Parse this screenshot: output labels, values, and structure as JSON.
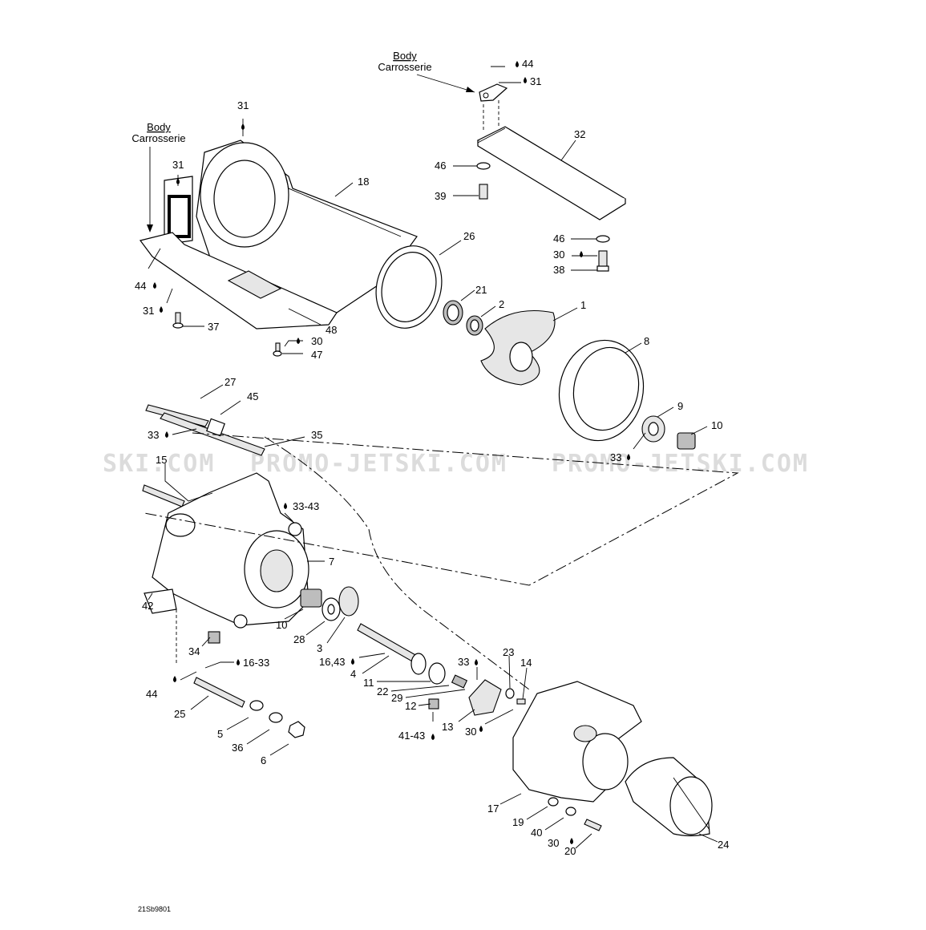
{
  "body_labels": [
    {
      "line1": "Body",
      "line2": "Carrosserie"
    },
    {
      "line1": "Body",
      "line2": "Carrosserie"
    }
  ],
  "watermark": [
    "SKI.COM",
    "PROMO-JETSKI.COM",
    "PROMO-JETSKI.COM"
  ],
  "diagram_code": "21Sb9801",
  "callouts": {
    "c44a": "44",
    "c31a": "31",
    "c32": "32",
    "c46a": "46",
    "c39": "39",
    "c46b": "46",
    "c30a": "30",
    "c38": "38",
    "c31b": "31",
    "c31c": "31",
    "c18": "18",
    "c26": "26",
    "c21": "21",
    "c2": "2",
    "c1": "1",
    "c44b": "44",
    "c31d": "31",
    "c37": "37",
    "c48": "48",
    "c30b": "30",
    "c47": "47",
    "c8": "8",
    "c27": "27",
    "c45": "45",
    "c33a": "33",
    "c35": "35",
    "c9": "9",
    "c10a": "10",
    "c33b": "33",
    "c15": "15",
    "c3343": "33-43",
    "c7": "7",
    "c42": "42",
    "c10b": "10",
    "c28": "28",
    "c3": "3",
    "c34": "34",
    "c1633": "16-33",
    "c1643": "16,43",
    "c4": "4",
    "c33c": "33",
    "c23": "23",
    "c14": "14",
    "c11": "11",
    "c22": "22",
    "c29": "29",
    "c12": "12",
    "c4143": "41-43",
    "c13": "13",
    "c30c": "30",
    "c44c": "44",
    "c25": "25",
    "c5": "5",
    "c36": "36",
    "c6": "6",
    "c17": "17",
    "c19": "19",
    "c40": "40",
    "c30d": "30",
    "c20": "20",
    "c24": "24"
  }
}
